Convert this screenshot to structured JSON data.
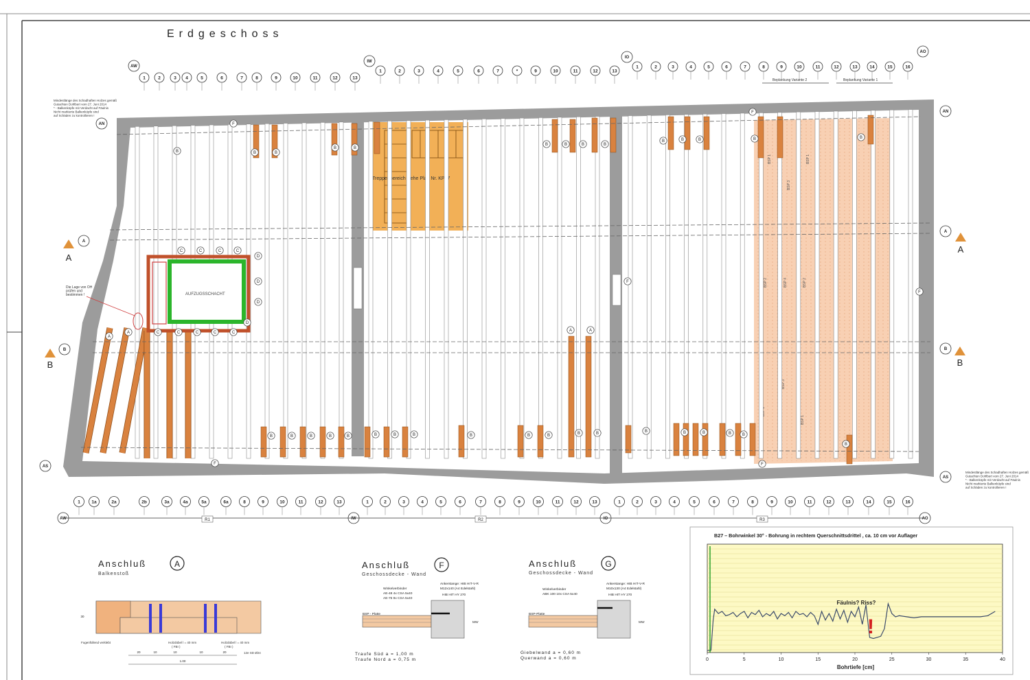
{
  "sheet": {
    "title": "Erdgeschoss"
  },
  "axes": {
    "top_row1": [
      "1",
      "2",
      "3",
      "4",
      "5",
      "6",
      "7",
      "8",
      "9",
      "10",
      "11",
      "12",
      "13"
    ],
    "top_row2": [
      "1",
      "2",
      "3",
      "4",
      "5",
      "6",
      "7",
      "*",
      "9",
      "10",
      "11",
      "12",
      "13"
    ],
    "top_row3": [
      "1",
      "2",
      "3",
      "4",
      "5",
      "6",
      "7",
      "8",
      "9",
      "10",
      "11",
      "12",
      "13",
      "14",
      "15",
      "16"
    ],
    "bottom_row1": [
      "1",
      "1a",
      "2a",
      "2b",
      "3a",
      "4a",
      "5a",
      "6a",
      "8",
      "9",
      "10",
      "11",
      "12",
      "13"
    ],
    "bottom_row2": [
      "1",
      "2",
      "3",
      "4",
      "5",
      "6",
      "7",
      "8",
      "9",
      "10",
      "11",
      "12",
      "13"
    ],
    "bottom_row3": [
      "1",
      "2",
      "3",
      "4",
      "5",
      "6",
      "7",
      "8",
      "9",
      "10",
      "11",
      "12",
      "13",
      "14",
      "15",
      "16"
    ],
    "wall_markers": [
      "AW",
      "IW",
      "IO",
      "AO"
    ],
    "room_labels": [
      "R1",
      "R2",
      "R3"
    ],
    "row_markers": [
      "AN",
      "A",
      "B",
      "AS"
    ],
    "section_marks": [
      "A",
      "B"
    ],
    "beam_markers": [
      "A",
      "B",
      "C",
      "D",
      "F"
    ]
  },
  "notes": {
    "top_left": [
      "Mindestlänge des Schadhaften Holzes gemäß",
      "Gutachten Dohlbert vom 27. Juni 2014",
      "* - Balkenköpfe mit Verdacht auf Fäulnis",
      "Nicht markierte Balkenköpfe sind",
      "auf Schäden zu kontrollieren !"
    ],
    "stair": "Treppenbereich siehe  Plan Nr. KP07",
    "shaft": "AUFZUGSSCHACHT",
    "red_note": [
      "Die Lage von OH",
      "prüfen und",
      "bestimmen !"
    ],
    "bottom_right": [
      "Mindestlänge des Schadhaften Holzes gemäß",
      "Gutachten Dohlbert vom 27. Juni 2014",
      "* - Balkenköpfe mit Verdacht auf Fäulnis",
      "Nicht markierte Balkenköpfe sind",
      "auf Schäden zu kontrollieren !"
    ],
    "beplankung": [
      "Beplankung  Variante 2",
      "Beplankung  Variante 1"
    ],
    "bsp_labels": [
      "BSP 1",
      "BSP 3",
      "BSP 1",
      "BSP 2",
      "BSP 4",
      "BSP 2",
      "BSP 1",
      "BSP 3",
      "BSP 1"
    ]
  },
  "details": {
    "a": {
      "title": "Anschluß",
      "letter": "A",
      "subtitle": "Balkenstoß",
      "labels": [
        "Fugenfüllend verklebt",
        "Holzdübel l = 40 mm",
        "( FBI )",
        "Holzdübel l = 40 mm",
        "( FBI )",
        "12e SD Ø24"
      ],
      "dims": [
        "20",
        "10",
        "10",
        "10",
        "20",
        "1.00",
        "30"
      ]
    },
    "f": {
      "title": "Anschluß",
      "letter": "F",
      "subtitle": "Geschossdecke - Wand",
      "labels": [
        "Winkelverbinder",
        "AE-48  4x CSA 5x40",
        "AE-76  9x CSA 5x40",
        "Ankerstange: HIB HIT-V-R",
        "M12x140  (A4 Edelstahl)",
        "HIB HIT HY 270",
        "BSP - Platte",
        "MW"
      ],
      "lines": [
        "Traufe Süd    a = 1,00 m",
        "Traufe Nord    a = 0,75 m"
      ]
    },
    "g": {
      "title": "Anschluß",
      "letter": "G",
      "subtitle": "Geschossdecke - Wand",
      "labels": [
        "Winkelverbinder",
        "ABK 100  10x CSA 5x40",
        "Ankerstange: HIB HIT-V-R",
        "M10x130  (A4 Edelstahl)",
        "HIB HIT HY 270",
        "BSP-Platte",
        "MW"
      ],
      "lines": [
        "Giebelwand    a = 0,60 m",
        "Querwand    a = 0,60 m"
      ]
    }
  },
  "chart_data": {
    "type": "line",
    "title": "B27 – Bohrwinkel 30° - Bohrung in rechtem Querschnittsdrittel , ca. 10 cm vor Auflager",
    "xlabel": "Bohrtiefe [cm]",
    "ylabel": "",
    "xlim": [
      0,
      40
    ],
    "ylim": [
      0,
      100
    ],
    "x_ticks": [
      "0",
      "5",
      "10",
      "15",
      "20",
      "25",
      "30",
      "35",
      "40"
    ],
    "annotation": "Fäulnis? Riss?",
    "annotation_mark": "!",
    "series": [
      {
        "x": [
          0,
          0.5,
          0.8,
          1,
          1.5,
          2,
          2.5,
          3,
          3.5,
          4,
          4.5,
          5,
          5.5,
          6,
          6.5,
          7,
          7.5,
          8,
          8.5,
          9,
          9.5,
          10,
          10.5,
          11,
          11.5,
          12,
          12.5,
          13,
          13.5,
          14,
          14.5,
          15,
          15.5,
          16,
          16.5,
          17,
          17.5,
          18,
          18.5,
          19,
          19.5,
          20,
          20.5,
          21,
          21.5,
          22,
          22.5,
          23,
          23.5,
          24,
          24.5,
          25,
          25.5,
          26,
          27,
          28,
          29,
          30,
          31,
          32,
          33,
          34,
          35,
          36,
          37,
          38,
          39
        ],
        "y": [
          2,
          2,
          30,
          40,
          36,
          38,
          34,
          35,
          37,
          33,
          36,
          38,
          32,
          37,
          35,
          39,
          33,
          36,
          34,
          38,
          31,
          36,
          34,
          37,
          32,
          38,
          35,
          36,
          33,
          37,
          34,
          26,
          38,
          30,
          36,
          29,
          40,
          31,
          39,
          28,
          38,
          33,
          42,
          26,
          44,
          14,
          13,
          14,
          15,
          22,
          45,
          36,
          33,
          34,
          33,
          32,
          33,
          33,
          33,
          33,
          33,
          33,
          33,
          33,
          33,
          34,
          38
        ]
      }
    ],
    "colors": {
      "background": "#fdf9c4",
      "line": "#3b4b6b",
      "annotation": "#d42020",
      "grid": "#e2d98a"
    }
  },
  "colors": {
    "wall": "#9c9c9c",
    "beam_damaged": "#d9823f",
    "stair": "#f0a23a",
    "shaft": "#2bb52b",
    "bsp": "#f7c8a6"
  }
}
